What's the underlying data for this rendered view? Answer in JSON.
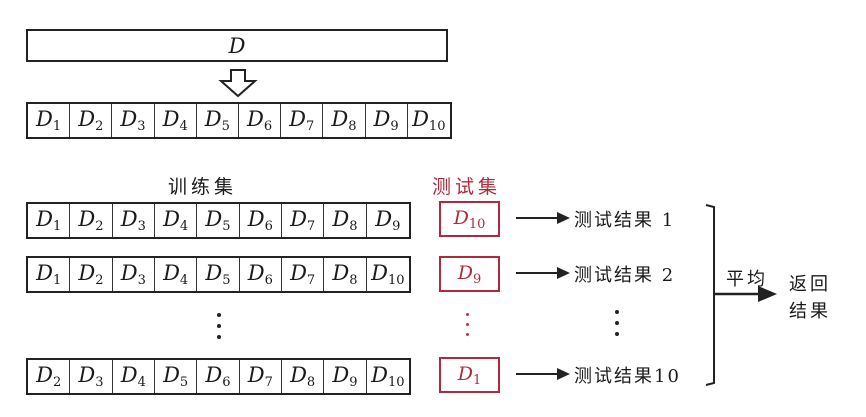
{
  "diagram": {
    "full_dataset": {
      "symbol": "D"
    },
    "partition": {
      "symbol": "D",
      "subsets": [
        "1",
        "2",
        "3",
        "4",
        "5",
        "6",
        "7",
        "8",
        "9",
        "10"
      ]
    },
    "training_set_label": "训练集",
    "test_set_label": "测试集",
    "folds": [
      {
        "train": [
          "1",
          "2",
          "3",
          "4",
          "5",
          "6",
          "7",
          "8",
          "9"
        ],
        "test": "10",
        "result": "测试结果 1"
      },
      {
        "train": [
          "1",
          "2",
          "3",
          "4",
          "5",
          "6",
          "7",
          "8",
          "10"
        ],
        "test": "9",
        "result": "测试结果 2"
      },
      {
        "train": [
          "2",
          "3",
          "4",
          "5",
          "6",
          "7",
          "8",
          "9",
          "10"
        ],
        "test": "1",
        "result": "测试结果10"
      }
    ],
    "average_label": "平均",
    "return_label_line1": "返回",
    "return_label_line2": "结果",
    "colors": {
      "test_set": "#b22a3a",
      "line": "#222222"
    }
  }
}
